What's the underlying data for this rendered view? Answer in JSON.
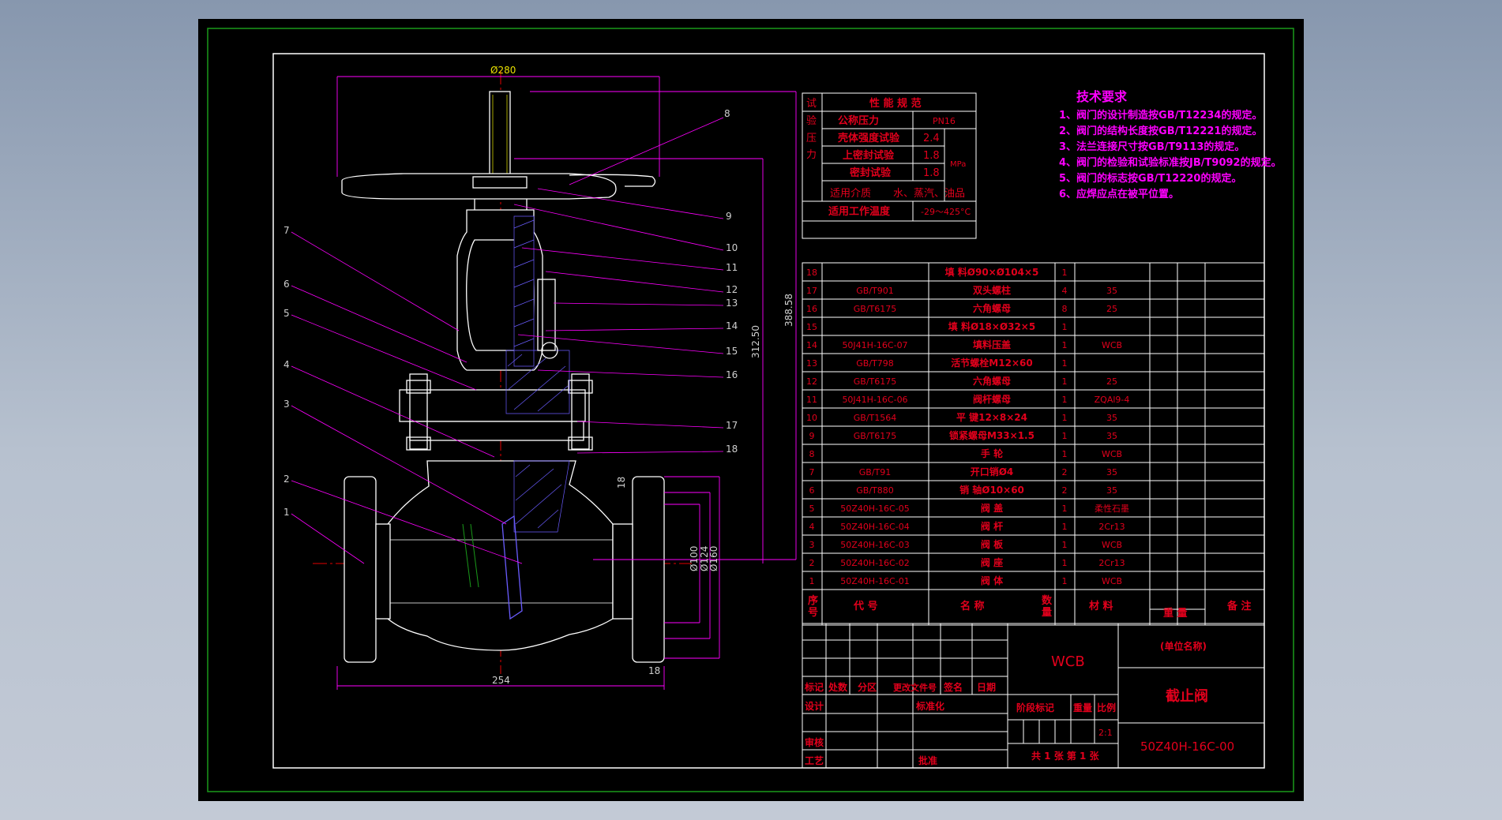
{
  "dimensions": {
    "top_dia": "Ø280",
    "left_height": "388.58",
    "mid_height": "312.50",
    "bottom_width": "254",
    "flange_thk": "18",
    "d1": "Ø100",
    "d2": "Ø124",
    "d3": "Ø160",
    "d4": "18"
  },
  "leaders_left": [
    "7",
    "6",
    "5",
    "4",
    "3",
    "2",
    "1"
  ],
  "leaders_right": [
    "8",
    "9",
    "10",
    "11",
    "12",
    "13",
    "14",
    "15",
    "16",
    "17",
    "18"
  ],
  "perf_table": {
    "title": "性 能 规 范",
    "side1": "试",
    "side2": "验",
    "side3": "压",
    "side4": "力",
    "nominal_label": "公称压力",
    "nominal_value": "PN16",
    "rows": [
      {
        "label": "壳体强度试验",
        "value": "2.4"
      },
      {
        "label": "上密封试验",
        "value": "1.8"
      },
      {
        "label": "密封试验",
        "value": "1.8"
      }
    ],
    "unit": "MPa",
    "media_label": "适用介质",
    "media_value": "水、蒸汽、油品",
    "temp_label": "适用工作温度",
    "temp_value": "-29～425°C"
  },
  "tech_req": {
    "title": "技术要求",
    "items": [
      "1、阀门的设计制造按GB/T12234的规定。",
      "2、阀门的结构长度按GB/T12221的规定。",
      "3、法兰连接尺寸按GB/T9113的规定。",
      "4、阀门的检验和试验标准按JB/T9092的规定。",
      "5、阀门的标志按GB/T12220的规定。",
      "6、应焊应点在被平位置。"
    ]
  },
  "bom": {
    "rows": [
      {
        "no": "18",
        "code": "",
        "name": "填 料Ø90×Ø104×5",
        "qty": "1",
        "mat": ""
      },
      {
        "no": "17",
        "code": "GB/T901",
        "name": "双头螺柱",
        "qty": "4",
        "mat": "35"
      },
      {
        "no": "16",
        "code": "GB/T6175",
        "name": "六角螺母",
        "qty": "8",
        "mat": "25"
      },
      {
        "no": "15",
        "code": "",
        "name": "填 料Ø18×Ø32×5",
        "qty": "1",
        "mat": ""
      },
      {
        "no": "14",
        "code": "50J41H-16C-07",
        "name": "填料压盖",
        "qty": "1",
        "mat": "WCB"
      },
      {
        "no": "13",
        "code": "GB/T798",
        "name": "活节螺栓M12×60",
        "qty": "1",
        "mat": ""
      },
      {
        "no": "12",
        "code": "GB/T6175",
        "name": "六角螺母",
        "qty": "1",
        "mat": "25"
      },
      {
        "no": "11",
        "code": "50J41H-16C-06",
        "name": "阀杆螺母",
        "qty": "1",
        "mat": "ZQAl9-4"
      },
      {
        "no": "10",
        "code": "GB/T1564",
        "name": "平 键12×8×24",
        "qty": "1",
        "mat": "35"
      },
      {
        "no": "9",
        "code": "GB/T6175",
        "name": "锁紧螺母M33×1.5",
        "qty": "1",
        "mat": "35"
      },
      {
        "no": "8",
        "code": "",
        "name": "手 轮",
        "qty": "1",
        "mat": "WCB"
      },
      {
        "no": "7",
        "code": "GB/T91",
        "name": "开口销Ø4",
        "qty": "2",
        "mat": "35"
      },
      {
        "no": "6",
        "code": "GB/T880",
        "name": "销 轴Ø10×60",
        "qty": "2",
        "mat": "35"
      },
      {
        "no": "5",
        "code": "50Z40H-16C-05",
        "name": "阀 盖",
        "qty": "1",
        "mat": "柔性石墨"
      },
      {
        "no": "4",
        "code": "50Z40H-16C-04",
        "name": "阀 杆",
        "qty": "1",
        "mat": "2Cr13"
      },
      {
        "no": "3",
        "code": "50Z40H-16C-03",
        "name": "阀 板",
        "qty": "1",
        "mat": "WCB"
      },
      {
        "no": "2",
        "code": "50Z40H-16C-02",
        "name": "阀 座",
        "qty": "1",
        "mat": "2Cr13"
      },
      {
        "no": "1",
        "code": "50Z40H-16C-01",
        "name": "阀 体",
        "qty": "1",
        "mat": "WCB"
      }
    ],
    "header": {
      "no_a": "序",
      "no_b": "号",
      "code": "代 号",
      "name": "名 称",
      "qty_a": "数",
      "qty_b": "量",
      "mat": "材 料",
      "weight": "重 量",
      "note": "备 注"
    }
  },
  "title_block": {
    "material": "WCB",
    "unit_name": "(单位名称)",
    "drawing_name": "截止阀",
    "drawing_no": "50Z40H-16C-00",
    "labels": {
      "mark": "标记",
      "count": "处数",
      "zone": "分区",
      "change_doc": "更改文件号",
      "sign": "签名",
      "date": "日期",
      "design": "设计",
      "standard": "标准化",
      "stage": "阶段标记",
      "weight": "重量",
      "scale": "比例",
      "scale_val": "2:1",
      "review": "审核",
      "process": "工艺",
      "approve": "批准",
      "sheets": "共 1 张  第 1 张"
    }
  },
  "colors": {
    "sheet": "#000000",
    "outer_frame": "#1a9a1a",
    "inner_frame": "#ffffff",
    "table_text": "#e2001c",
    "tech_title": "#ff00ff",
    "dim_line": "#ff00ff",
    "center_line": "#e20000",
    "hatch": "#6a5cff",
    "grid": "#ffffff"
  }
}
